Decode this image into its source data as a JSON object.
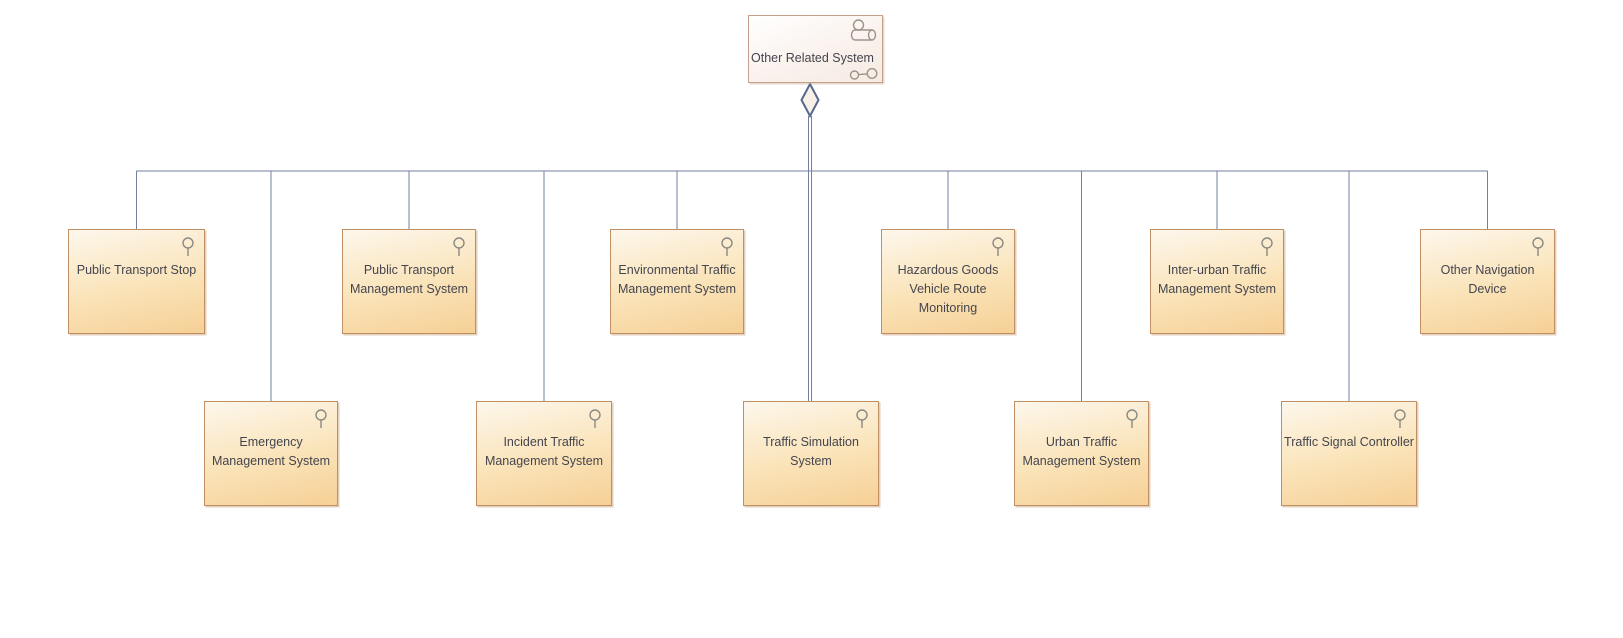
{
  "diagram": {
    "kind": "uml-aggregation-diagram",
    "parent_node": {
      "label": "Other Related System"
    },
    "nodes": [
      {
        "id": "public-transport-stop",
        "label": "Public Transport Stop"
      },
      {
        "id": "public-transport-management",
        "label": "Public Transport\nManagement System"
      },
      {
        "id": "environmental-traffic-management",
        "label": "Environmental Traffic\nManagement System"
      },
      {
        "id": "hazardous-goods-route-monitoring",
        "label": "Hazardous Goods\nVehicle Route\nMonitoring"
      },
      {
        "id": "inter-urban-traffic-management",
        "label": "Inter-urban Traffic\nManagement System"
      },
      {
        "id": "other-navigation-device",
        "label": "Other Navigation\nDevice"
      },
      {
        "id": "emergency-management",
        "label": "Emergency\nManagement System"
      },
      {
        "id": "incident-traffic-management",
        "label": "Incident Traffic\nManagement System"
      },
      {
        "id": "traffic-simulation",
        "label": "Traffic Simulation\nSystem"
      },
      {
        "id": "urban-traffic-management",
        "label": "Urban Traffic\nManagement System"
      },
      {
        "id": "traffic-signal-controller",
        "label": "Traffic Signal Controller"
      }
    ],
    "icons": {
      "child_corner_icon": "interface-lollipop-icon",
      "parent_corner_icons": [
        "system-cylinder-icon",
        "collaboration-icon"
      ]
    },
    "connector_type": "aggregation",
    "colors": {
      "node_fill_top": "#FDF7EC",
      "node_fill_bottom": "#F6D096",
      "node_border": "#C08F63",
      "parent_fill_top": "#FFFFFF",
      "parent_fill_bottom": "#F6EBE4",
      "parent_border": "#C6A08B",
      "connector_line": "#70819F",
      "diamond_stroke": "#56688D",
      "diamond_fill": "#F8F0E8",
      "text": "#45454E",
      "icon_stroke": "#8A8A80",
      "background": "#FFFFFF"
    }
  }
}
